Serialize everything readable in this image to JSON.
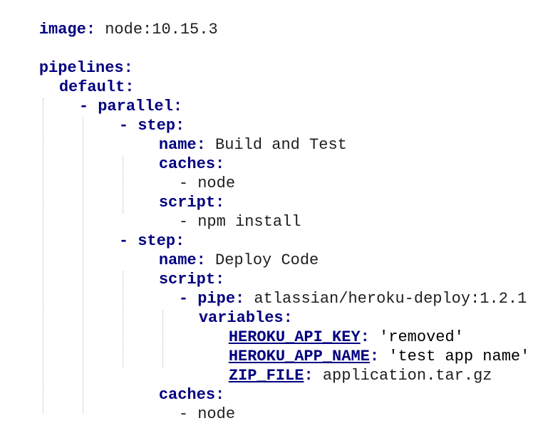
{
  "lines": [
    {
      "key": "image",
      "colon": ":",
      "value": " node:10.15.3"
    },
    {
      "key": "",
      "colon": "",
      "value": ""
    },
    {
      "key": "pipelines",
      "colon": ":",
      "value": ""
    },
    {
      "key": "default",
      "colon": ":",
      "value": ""
    },
    {
      "dash": "- ",
      "key": "parallel",
      "colon": ":",
      "value": ""
    },
    {
      "dash": "- ",
      "key": "step",
      "colon": ":",
      "value": ""
    },
    {
      "key": "name",
      "colon": ":",
      "value": " Build and Test"
    },
    {
      "key": "caches",
      "colon": ":",
      "value": ""
    },
    {
      "dash": "- ",
      "key": "",
      "colon": "",
      "value": "node"
    },
    {
      "key": "script",
      "colon": ":",
      "value": ""
    },
    {
      "dash": "- ",
      "key": "",
      "colon": "",
      "value": "npm install"
    },
    {
      "dash": "- ",
      "key": "step",
      "colon": ":",
      "value": ""
    },
    {
      "key": "name",
      "colon": ":",
      "value": " Deploy Code"
    },
    {
      "key": "script",
      "colon": ":",
      "value": ""
    },
    {
      "dash": "- ",
      "key": "pipe",
      "colon": ":",
      "value": " atlassian/heroku-deploy:1.2.1"
    },
    {
      "key": "variables",
      "colon": ":",
      "value": ""
    },
    {
      "key": "HEROKU_API_KEY",
      "colon": ":",
      "value": " 'removed'",
      "underline": true
    },
    {
      "key": "HEROKU_APP_NAME",
      "colon": ":",
      "value": " 'test app name'",
      "underline": true
    },
    {
      "key": "ZIP_FILE",
      "colon": ":",
      "value": " application.tar.gz",
      "underline": true
    },
    {
      "key": "caches",
      "colon": ":",
      "value": ""
    },
    {
      "dash": "- ",
      "key": "",
      "colon": "",
      "value": "node"
    }
  ]
}
